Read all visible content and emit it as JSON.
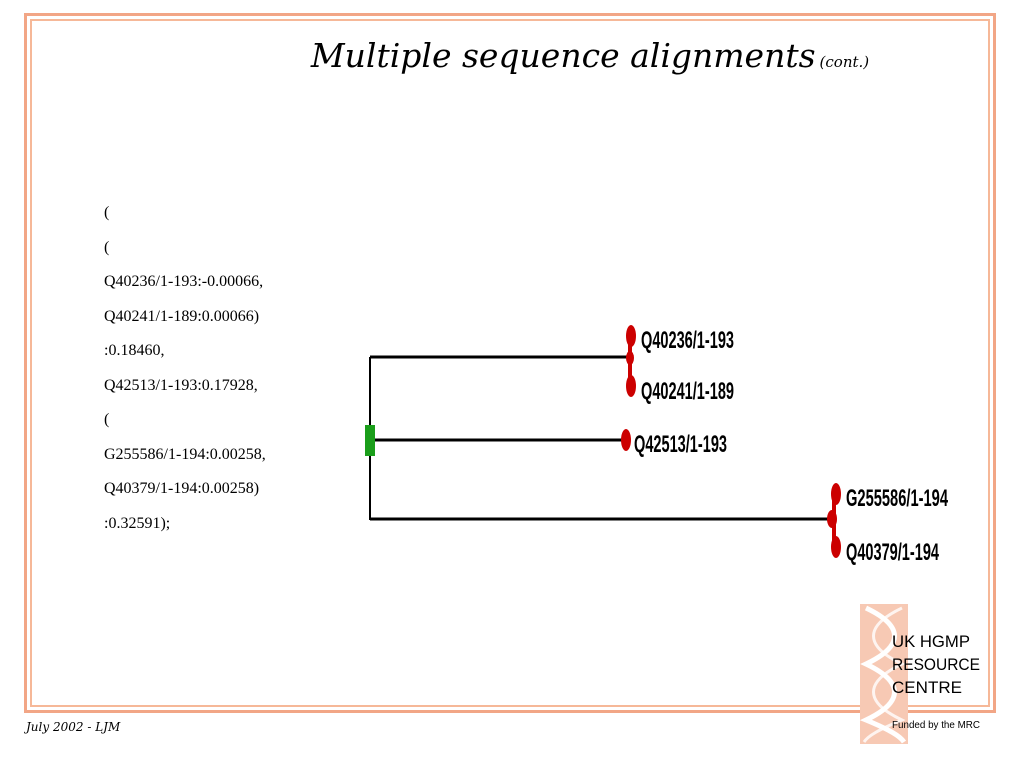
{
  "slide": {
    "title": "Multiple sequence alignments",
    "title_suffix": "(cont.)",
    "footer": "July 2002 - LJM"
  },
  "newick_lines": [
    "(",
    "(",
    "Q40236/1-193:-0.00066,",
    "Q40241/1-189:0.00066)",
    ":0.18460,",
    "Q42513/1-193:0.17928,",
    "(",
    "G255586/1-194:0.00258,",
    "Q40379/1-194:0.00258)",
    ":0.32591);"
  ],
  "tree": {
    "leaves": [
      {
        "label": "Q40236/1-193"
      },
      {
        "label": "Q40241/1-189"
      },
      {
        "label": "Q42513/1-193"
      },
      {
        "label": "G255586/1-194"
      },
      {
        "label": "Q40379/1-194"
      }
    ],
    "colors": {
      "branch": "#000000",
      "leaf_node": "#cc0000",
      "root_node": "#1a9e1a"
    }
  },
  "logo": {
    "line1": "UK HGMP",
    "line2": "RESOURCE",
    "line3": "CENTRE",
    "tagline": "Funded by the MRC",
    "colors": {
      "background": "#f7c9b4",
      "helix": "#ffffff"
    }
  },
  "colors": {
    "frame": "#f2a686"
  }
}
